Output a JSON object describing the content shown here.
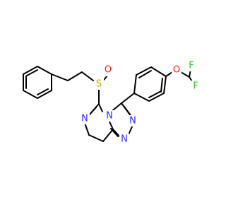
{
  "molecule": {
    "atom_labels": {
      "oxygen_sulfoxide": "O",
      "sulfur": "S",
      "nitrogen_pyrazine": "N",
      "nitrogen_bridge": "N",
      "nitrogen_triazole_a": "N",
      "nitrogen_triazole_b": "N",
      "oxygen_ether": "O",
      "fluorine_top": "F",
      "fluorine_bottom": "F"
    },
    "colors": {
      "nitrogen": "#2b2bff",
      "oxygen": "#ff1a1a",
      "sulfur": "#c8a400",
      "fluorine": "#2fbf2f",
      "bond": "#000000"
    }
  }
}
